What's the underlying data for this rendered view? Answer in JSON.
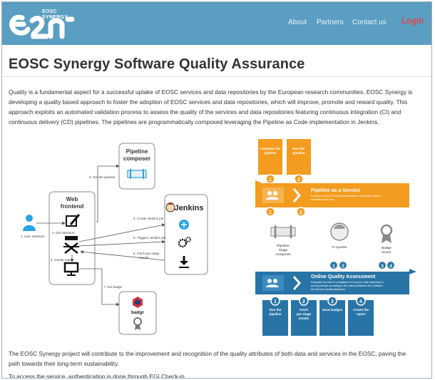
{
  "navbar": {
    "brand_line1": "EOSC",
    "brand_line2": "SYNERGY",
    "links": [
      {
        "label": "About"
      },
      {
        "label": "Partners"
      },
      {
        "label": "Contact us"
      }
    ],
    "login_label": "Login"
  },
  "page": {
    "title": "EOSC Synergy Software Quality Assurance",
    "intro_lines": [
      "Quality is a fundamental aspect for  a successful uptake of EOSC services and data repositories by the European research communities. EOSC Synergy is",
      "developing a quality based approach to foster the adoption of EOSC services and data repositories, which will improve, promote and reward quality. This",
      "approach exploits an automated validation process to assess the quality of the services and data repositories featuring continuous integration (CI) and",
      "continuous delivery (CD) pipelines. The pipelines are programmatically composed leveraging the Pipeline as Code implementation in Jenkins."
    ],
    "outro_lines": [
      "The EOSC Synergy project will contribute to the improvement and recognition of the quality attributes of both data and services in the EOSC, paving the",
      "path towards their long-term sustainability."
    ],
    "access_line": "To access the service, authentication is done through EGI Check-in."
  },
  "diagram": {
    "pipeline_composer": [
      "Pipeline",
      "composer"
    ],
    "web_frontend": [
      "Web",
      "frontend"
    ],
    "jenkins": "Jenkins",
    "badgr": "badgr",
    "steps": {
      "user_selection": "1. User selection",
      "get_pipeline": "2. Get the pipeline",
      "get_selection": "2. Get selection",
      "create_jenkins_job": "4. Create Jenkins job",
      "trigger_jenkins_job": "5. Triggers Jenkins job",
      "fetch_results": [
        "6. Fetch per-stage",
        "results"
      ],
      "create_report": "6. Create report",
      "get_badge": "7. Get badge"
    }
  },
  "qa_flow": {
    "top_boxes": [
      {
        "label": [
          "Compose the",
          "pipeline"
        ],
        "num": "1"
      },
      {
        "label": [
          "Run the",
          "pipeline"
        ],
        "num": "2"
      }
    ],
    "paas": {
      "title": "Pipeline as a Service",
      "desc": [
        "Provides custom CI/CD pipelines based on the quality criteria",
        "selected by the user"
      ]
    },
    "components": [
      {
        "label": [
          "Pipeline",
          "Stage",
          "composer"
        ],
        "num": "1"
      },
      {
        "label": [
          "CI system"
        ],
        "num": "2"
      },
      {
        "label": [
          "Badge",
          "issuer"
        ],
        "num": "3"
      }
    ],
    "oqa": {
      "title": "Online Quality Assessment",
      "desc": [
        "Evaluates the level of compliance of a source code repository or",
        "running service according to the criteria defined in the Software",
        "and Service Quality Baselines"
      ]
    },
    "bottom_boxes": [
      {
        "label": [
          "Run the",
          "pipeline"
        ],
        "num": "1"
      },
      {
        "label": [
          "Fetch",
          "per-stage",
          "results"
        ],
        "num": "2"
      },
      {
        "label": [
          "Issue badges"
        ],
        "num": "3"
      },
      {
        "label": [
          "Create the",
          "report"
        ],
        "num": "4"
      }
    ]
  },
  "colors": {
    "navbar": "#5a9ec2",
    "login": "#e8424a",
    "orange": "#f39c1f",
    "blue": "#2874a6",
    "user": "#2aa4e0"
  }
}
